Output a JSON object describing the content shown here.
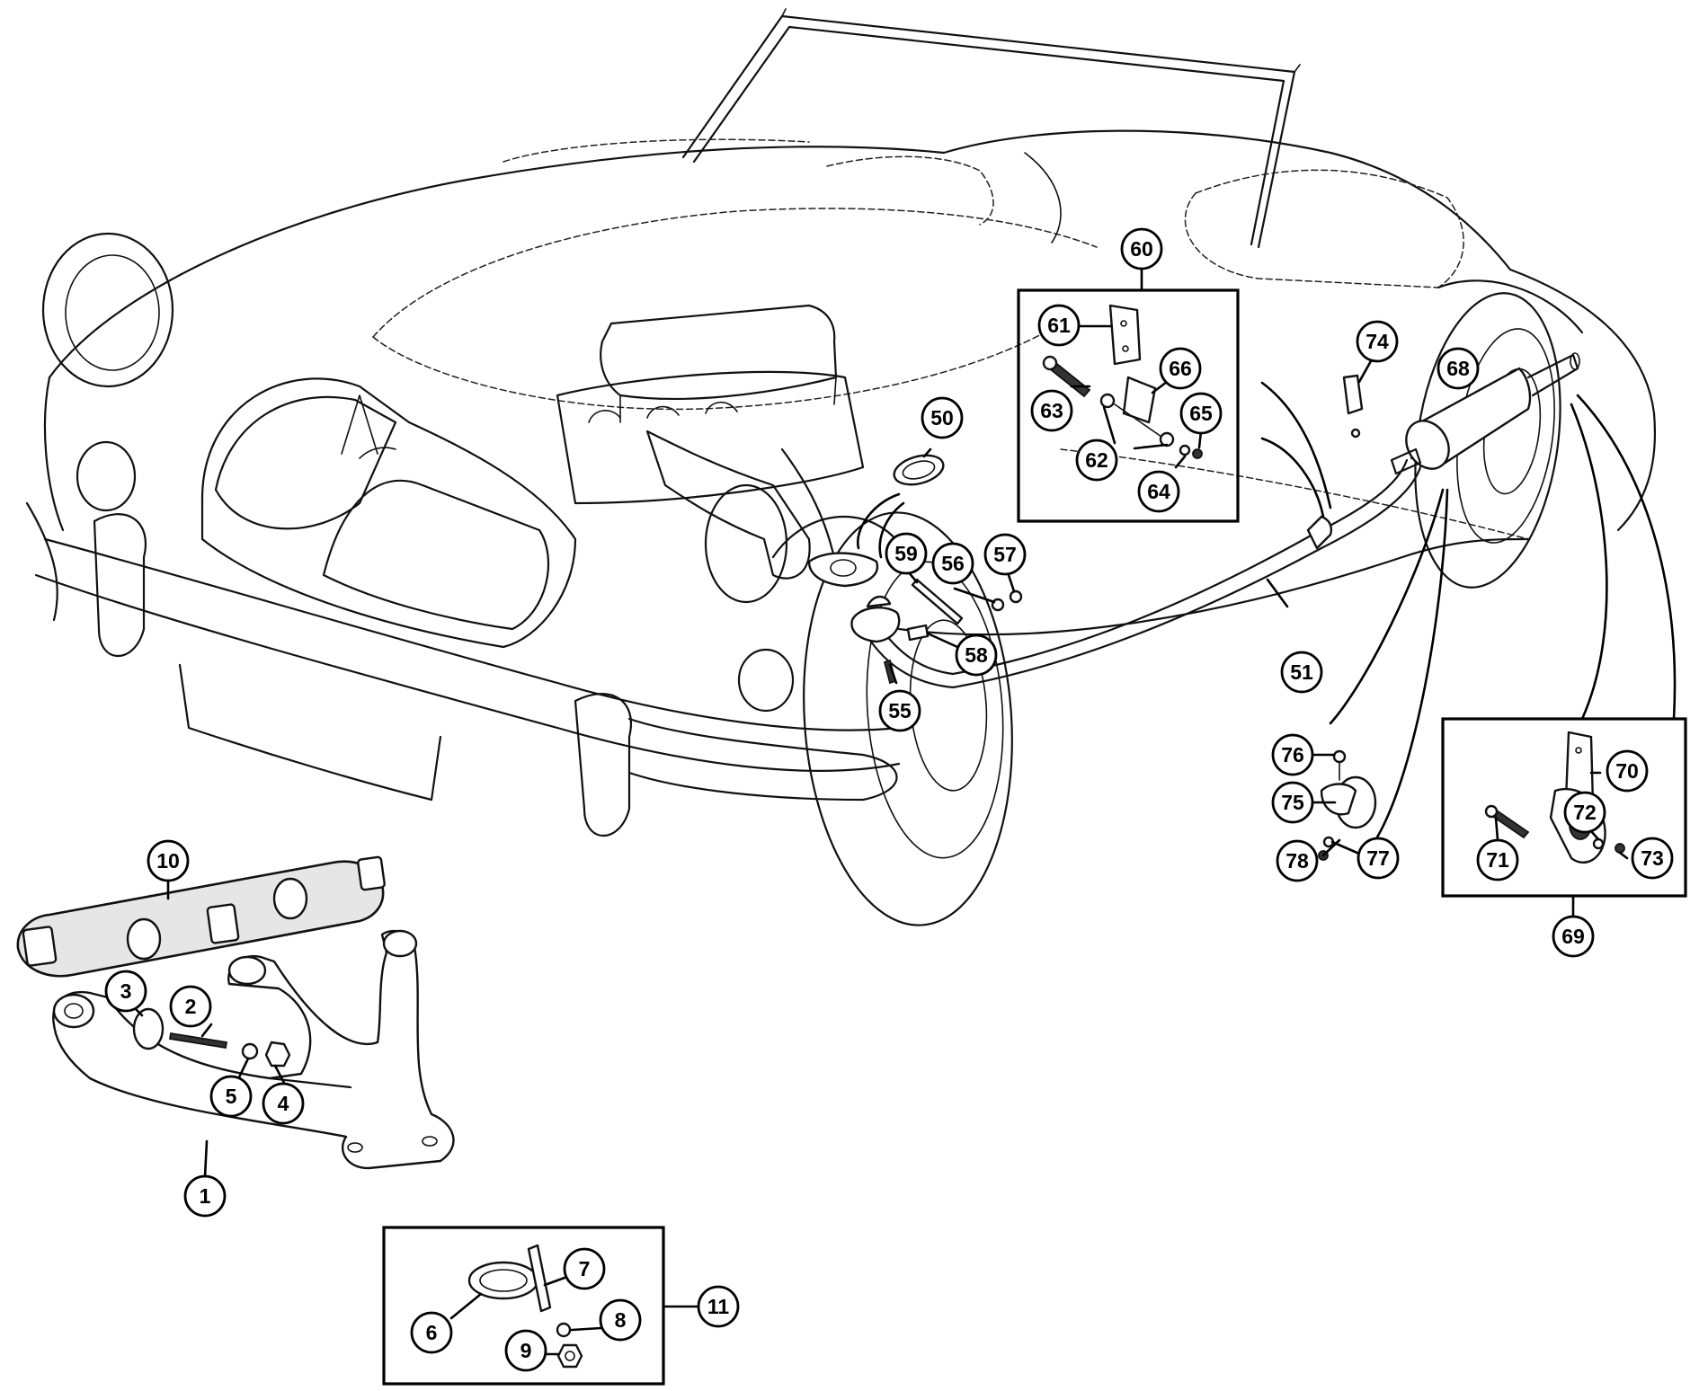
{
  "diagram": {
    "subject": "exhaust-system-parts-breakdown",
    "callouts": [
      "1",
      "2",
      "3",
      "4",
      "5",
      "6",
      "7",
      "8",
      "9",
      "10",
      "11",
      "50",
      "51",
      "55",
      "56",
      "57",
      "58",
      "59",
      "60",
      "61",
      "62",
      "63",
      "64",
      "65",
      "66",
      "68",
      "69",
      "70",
      "71",
      "72",
      "73",
      "74",
      "75",
      "76",
      "77",
      "78"
    ]
  },
  "colors": {
    "line": "#111111",
    "background": "#ffffff"
  }
}
